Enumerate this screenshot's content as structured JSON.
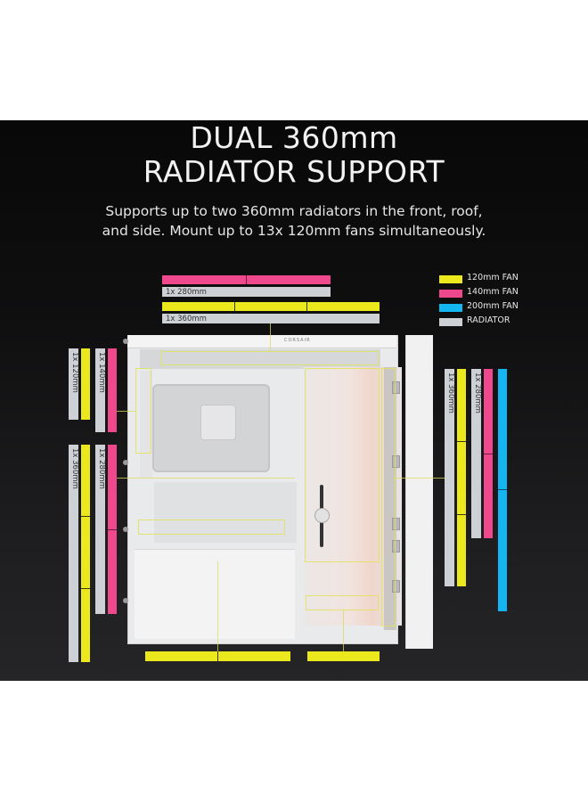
{
  "header": {
    "title_line1": "DUAL 360mm",
    "title_line2": "RADIATOR SUPPORT",
    "subtitle_line1": "Supports up to two 360mm radiators in the front, roof,",
    "subtitle_line2": "and side. Mount up to 13x 120mm fans simultaneously."
  },
  "legend": {
    "items": [
      {
        "label": "120mm FAN",
        "color": "#ece81e"
      },
      {
        "label": "140mm FAN",
        "color": "#f0488c"
      },
      {
        "label": "200mm FAN",
        "color": "#13b6f0"
      },
      {
        "label": "RADIATOR",
        "color": "#cdd0d4"
      }
    ]
  },
  "top_mount": {
    "fans_140_count": 2,
    "radiator_280_label": "1x 280mm",
    "fans_120_count": 3,
    "radiator_360_label": "1x 360mm"
  },
  "side_mount_upper": {
    "radiator_120_label": "1x 120mm",
    "fans_120_count": 1,
    "radiator_140_label": "1x 140mm",
    "fans_140_count": 1
  },
  "side_mount_lower": {
    "radiator_360_label": "1x 360mm",
    "fans_120_count": 3,
    "radiator_280_label": "1x 280mm",
    "fans_140_count": 2
  },
  "front_mount": {
    "radiator_360_label": "1x 360mm",
    "fans_120_count": 3,
    "radiator_280_label": "1x 280mm",
    "fans_140_count": 2,
    "fans_200_count": 2
  },
  "bottom_mount": {
    "psu_shroud_fans_120_count": 2,
    "bottom_fan_120_count": 1
  },
  "case": {
    "brand": "CORSAIR"
  },
  "colors": {
    "fan_120": "#ece81e",
    "fan_140": "#f0488c",
    "fan_200": "#13b6f0",
    "radiator": "#cdd0d4",
    "highlight": "#e2e25a",
    "background_top": "#080808",
    "background_bottom": "#252527"
  }
}
